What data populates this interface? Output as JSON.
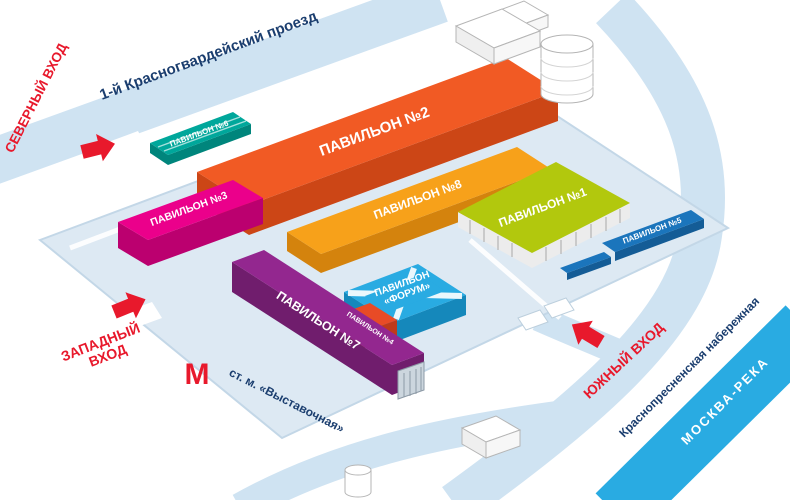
{
  "map": {
    "streets": {
      "top_street": "1-й Красногвардейский проезд",
      "embankment": "Краснопресненская набережная",
      "river": "МОСКВА-РЕКА"
    },
    "entrances": {
      "north": "СЕВЕРНЫЙ ВХОД",
      "west_line1": "ЗАПАДНЫЙ",
      "west_line2": "ВХОД",
      "south": "ЮЖНЫЙ ВХОД"
    },
    "metro": {
      "logo_letter": "М",
      "station": "ст. м. «Выставочная»"
    },
    "colors": {
      "road": "#cfe3f2",
      "platform": "#dde9f3",
      "river": "#29abe2",
      "accent_red": "#e8192c",
      "label_navy": "#1b3e6f"
    },
    "pavilions": [
      {
        "id": "p2",
        "label": "ПАВИЛЬОН №2",
        "color": "#f15a24",
        "side": "#cc4616"
      },
      {
        "id": "p8",
        "label": "ПАВИЛЬОН №8",
        "color": "#f7a11a",
        "side": "#d4830d"
      },
      {
        "id": "p1",
        "label": "ПАВИЛЬОН №1",
        "color": "#b2c80d",
        "side": "#ececec"
      },
      {
        "id": "p6",
        "label": "ПАВИЛЬОН №6",
        "color": "#00a79b",
        "side": "#00857c"
      },
      {
        "id": "p3",
        "label": "ПАВИЛЬОН №3",
        "color": "#eb008b",
        "side": "#bb006f"
      },
      {
        "id": "p5",
        "label": "ПАВИЛЬОН №5",
        "color": "#1b75bc",
        "side": "#145c96"
      },
      {
        "id": "forum",
        "label_line1": "ПАВИЛЬОН",
        "label_line2": "«ФОРУМ»",
        "color": "#29abe2",
        "side": "#1588bb"
      },
      {
        "id": "p4",
        "label": "ПАВИЛЬОН №4",
        "color": "#e84b26",
        "side": "#bf3a1a"
      },
      {
        "id": "p7",
        "label": "ПАВИЛЬОН №7",
        "color": "#93278f",
        "side": "#701d6d"
      }
    ]
  }
}
